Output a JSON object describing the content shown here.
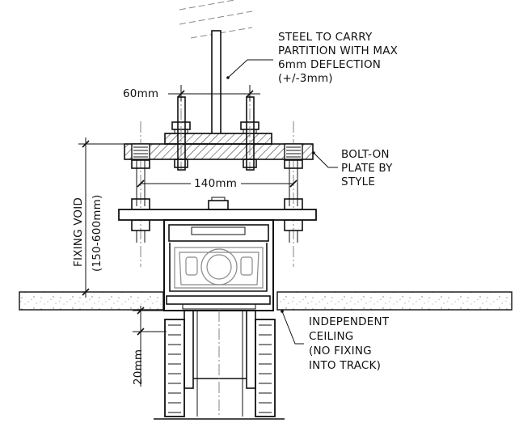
{
  "labels": {
    "steel_line1": "STEEL TO CARRY",
    "steel_line2": "PARTITION WITH MAX",
    "steel_line3": "6mm DEFLECTION",
    "steel_line4": "(+/-3mm)",
    "plate_line1": "BOLT-ON",
    "plate_line2": "PLATE BY",
    "plate_line3": "STYLE",
    "ceiling_line1": "INDEPENDENT",
    "ceiling_line2": "CEILING",
    "ceiling_line3": "(NO FIXING",
    "ceiling_line4": "INTO TRACK)",
    "dim_60": "60mm",
    "dim_140": "140mm",
    "dim_20": "20mm",
    "void_line1": "FIXING VOID",
    "void_line2": "(150-600mm)"
  }
}
